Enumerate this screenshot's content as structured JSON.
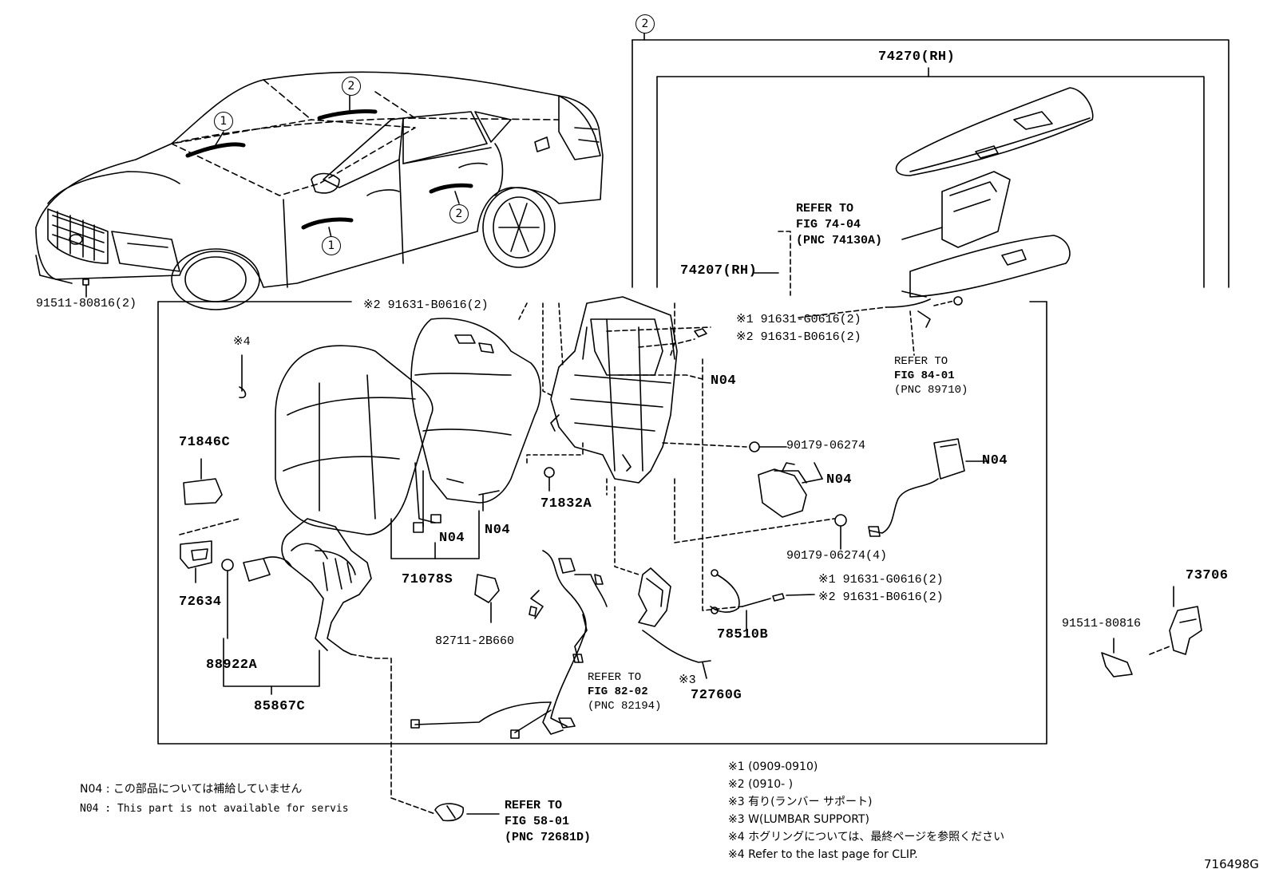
{
  "diagram_id": "716498G",
  "callouts": {
    "one": "1",
    "two": "2"
  },
  "parts": {
    "p74270": "74270(RH)",
    "p74207": "74207(RH)",
    "p91511_2": "91511-80816(2)",
    "p91631b_2a": "※2 91631-B0616(2)",
    "p91631g_1": "※1  91631-G0616(2)",
    "p91631b_2b": "※2  91631-B0616(2)",
    "p91631g_1b": "※1  91631-G0616(2)",
    "p91631b_2c": "※2  91631-B0616(2)",
    "x4": "※4",
    "p71846c": "71846C",
    "n04_a": "N04",
    "n04_b": "N04",
    "n04_c": "N04",
    "n04_d": "N04",
    "n04_e": "N04",
    "p90179": "90179-06274",
    "p90179_4": "90179-06274(4)",
    "p71832a": "71832A",
    "p71078s": "71078S",
    "p72634": "72634",
    "p82711": "82711-2B660",
    "p88922a": "88922A",
    "p85867c": "85867C",
    "p78510b": "78510B",
    "x3": "※3",
    "p72760g": "72760G",
    "p73706": "73706",
    "p91511": "91511-80816"
  },
  "refs": {
    "r7404": [
      "REFER TO",
      "FIG 74-04",
      "(PNC 74130A)"
    ],
    "r8401": [
      "REFER TO",
      "FIG  84-01",
      "(PNC 89710)"
    ],
    "r8202": [
      "REFER TO",
      "FIG 82-02",
      "(PNC 82194)"
    ],
    "r5801": [
      "REFER TO",
      "FIG 58-01",
      "(PNC 72681D)"
    ]
  },
  "legend": {
    "n04_jp": "N04 : この部品については補給していません",
    "n04_en": "N04 : This part is not available for servis"
  },
  "notes": [
    "※1 (0909-0910)",
    "※2 (0910-      )",
    "※3 有り(ランバー  サポート)",
    "※3  W(LUMBAR SUPPORT)",
    "※4  ホグリングについては、最終ページを参照ください",
    "※4  Refer to the last page for CLIP."
  ]
}
